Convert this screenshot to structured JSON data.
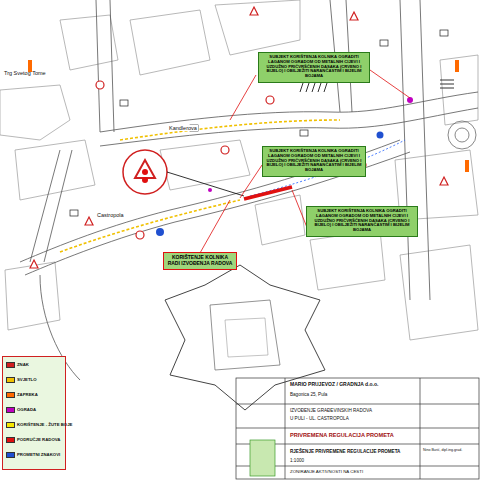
{
  "diagram": {
    "nodes": [
      {
        "text": [
          "SUBJEKT KORIŠTENJA KOLNIKA OGRADITI LAGANOM OGRADOM OD METALNIH CIJEVI I UZDUŽNO PRIČVRŠĆENIH DASAKA (CRVENO I BIJELO) I OBILJEŽITI NARANČASTIM I BIJELIM BOJAMA"
        ]
      },
      {
        "text": [
          "SUBJEKT KORIŠTENJA KOLNIKA OGRADITI LAGANOM OGRADOM OD METALNIH CIJEVI I UZDUŽNO PRIČVRŠĆENIH DASAKA (CRVENO I BIJELO) I OBILJEŽITI NARANČASTIM I BIJELIM BOJAMA"
        ]
      },
      {
        "text": [
          "SUBJEKT KORIŠTENJA KOLNIKA OGRADITI LAGANOM OGRADOM OD METALNIH CIJEVI I UZDUŽNO PRIČVRŠĆENIH DASAKA (CRVENO I BIJELO) I OBILJEŽITI NARANČASTIM I BIJELIM BOJAMA"
        ]
      },
      {
        "text": [
          "KORIŠTENJE KOLNIKA RADI IZVOĐENJA RADOVA"
        ]
      }
    ],
    "labels": [
      "Trg Svetog Tome",
      "Kandlerova",
      "Castropola",
      "MARIO PRUJEVOZ / GRADNJA d.o.o.",
      "Bagonica 25, Pula",
      "IZVOĐENJE GRAĐEVINSKIH RADOVA",
      "U PULI - UL. CASTROPOLA",
      "PRIVREMENA REGULACIJA PROMETA",
      "RJEŠENJE PRIVREMENE REGULACIJE PROMETA",
      "1:1000",
      "Nino Burić, dipl.ing.građ.",
      "ZONIRANJE AKTIVNOSTI NA CESTI"
    ],
    "legend": [
      {
        "text": "ZNAK",
        "color": "#d02020"
      },
      {
        "text": "SVJETLO",
        "color": "#f0c000"
      },
      {
        "text": "ZAPREKA",
        "color": "#ff6a00"
      },
      {
        "text": "OGRADA",
        "color": "#c000c0"
      },
      {
        "text": "KORIŠTENJE - ŽUTE BOJE",
        "color": "#f5e600"
      },
      {
        "text": "PODRUČJE RADOVA",
        "color": "#e01010"
      },
      {
        "text": "PROMETNI ZNAKOVI",
        "color": "#2050d0"
      }
    ]
  }
}
